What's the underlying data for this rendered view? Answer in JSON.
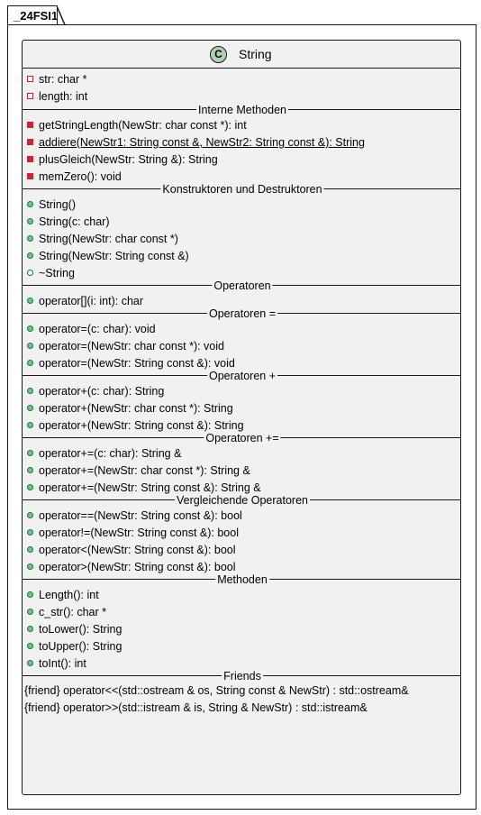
{
  "package": {
    "name": "_24FSI1"
  },
  "class": {
    "stereotype_letter": "C",
    "name": "String",
    "fields": [
      "str: char *",
      "length: int"
    ],
    "sections": [
      {
        "title": "Interne Methoden",
        "members": [
          {
            "text": "getStringLength(NewStr: char const *): int",
            "vis": "priv-method"
          },
          {
            "text": "addiere(NewStr1: String const &, NewStr2: String const &): String",
            "vis": "priv-method",
            "static": true
          },
          {
            "text": "plusGleich(NewStr: String &): String",
            "vis": "priv-method"
          },
          {
            "text": "memZero(): void",
            "vis": "priv-method"
          }
        ]
      },
      {
        "title": "Konstruktoren und Destruktoren",
        "members": [
          {
            "text": "String()",
            "vis": "pub"
          },
          {
            "text": "String(c: char)",
            "vis": "pub"
          },
          {
            "text": "String(NewStr: char const *)",
            "vis": "pub"
          },
          {
            "text": "String(NewStr: String const &)",
            "vis": "pub"
          },
          {
            "text": "~String",
            "vis": "pub-open"
          }
        ]
      },
      {
        "title": "Operatoren",
        "members": [
          {
            "text": "operator[](i: int): char",
            "vis": "pub"
          }
        ]
      },
      {
        "title": "Operatoren =",
        "members": [
          {
            "text": "operator=(c: char): void",
            "vis": "pub"
          },
          {
            "text": "operator=(NewStr: char const *): void",
            "vis": "pub"
          },
          {
            "text": "operator=(NewStr: String const &): void",
            "vis": "pub"
          }
        ]
      },
      {
        "title": "Operatoren +",
        "members": [
          {
            "text": "operator+(c: char): String",
            "vis": "pub"
          },
          {
            "text": "operator+(NewStr: char const *): String",
            "vis": "pub"
          },
          {
            "text": "operator+(NewStr: String const &): String",
            "vis": "pub"
          }
        ]
      },
      {
        "title": "Operatoren +=",
        "members": [
          {
            "text": "operator+=(c: char): String &",
            "vis": "pub"
          },
          {
            "text": "operator+=(NewStr: char const *): String &",
            "vis": "pub"
          },
          {
            "text": "operator+=(NewStr: String const &): String &",
            "vis": "pub"
          }
        ]
      },
      {
        "title": "Vergleichende Operatoren",
        "members": [
          {
            "text": "operator==(NewStr: String const &): bool",
            "vis": "pub"
          },
          {
            "text": "operator!=(NewStr: String const &): bool",
            "vis": "pub"
          },
          {
            "text": "operator<(NewStr: String const &): bool",
            "vis": "pub"
          },
          {
            "text": "operator>(NewStr: String const &): bool",
            "vis": "pub"
          }
        ]
      },
      {
        "title": "Methoden",
        "members": [
          {
            "text": "Length(): int",
            "vis": "pub"
          },
          {
            "text": "c_str(): char *",
            "vis": "pub"
          },
          {
            "text": "toLower(): String",
            "vis": "pub"
          },
          {
            "text": "toUpper(): String",
            "vis": "pub"
          },
          {
            "text": "toInt(): int",
            "vis": "pub"
          }
        ]
      },
      {
        "title": "Friends",
        "friends": [
          "{friend} operator<<(std::ostream & os, String const & NewStr) : std::ostream&",
          "{friend} operator>>(std::istream & is, String & NewStr) : std::istream&"
        ]
      }
    ]
  }
}
